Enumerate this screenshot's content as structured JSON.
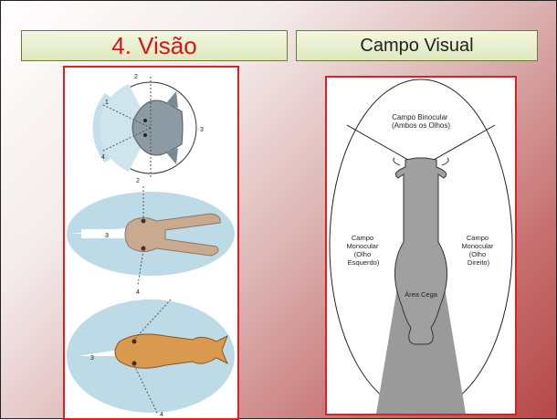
{
  "slide": {
    "left_title": "4. Visão",
    "right_title": "Campo Visual"
  },
  "left_figure": {
    "top_numbers": [
      "2",
      "1",
      "3",
      "4",
      "2"
    ],
    "middle_numbers": [
      "3",
      "4"
    ],
    "bottom_numbers": [
      "3",
      "4"
    ]
  },
  "right_figure": {
    "binocular_label": [
      "Campo Binocular",
      "(Ambos os Olhos)"
    ],
    "left_monocular_label": [
      "Campo",
      "Monocular",
      "(Olho",
      "Esquerdo)"
    ],
    "right_monocular_label": [
      "Campo",
      "Monocular",
      "(Olho",
      "Direito)"
    ],
    "blind_area_label": "Área Cega"
  },
  "colors": {
    "accent_red": "#e02020",
    "title_red": "#d4161b",
    "field_blue": "#bcdbe7",
    "horse_brown": "#d99a4f",
    "horse_tan": "#c9aa8e",
    "blind_gray": "#9a9a9a"
  }
}
